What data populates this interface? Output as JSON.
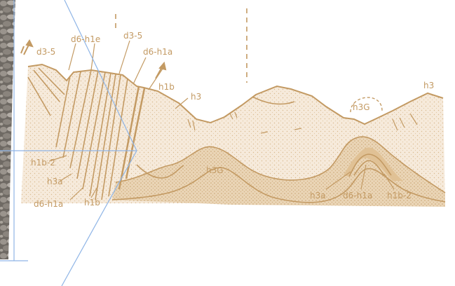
{
  "diagram": {
    "labels": {
      "d3_5_left": "d3-5",
      "d6_h1e_top": "d6-h1e",
      "d3_5_mid": "d3-5",
      "d6_h1a_right": "d6-h1a",
      "h1b_top": "h1b",
      "h3_mid": "h3",
      "h3_right": "h3",
      "h3g_right": "h3G",
      "h3g_center": "h3G",
      "h1b_2_left": "h1b-2",
      "h3a_left": "h3a",
      "d6_h1a_left": "d6-h1a",
      "h1b_bottom": "h1b",
      "h3a_right": "h3a",
      "d6_h1a_bottom": "d6-h1a",
      "h1b_2_right": "h1b-2"
    },
    "colors": {
      "ink": "#c39a63",
      "fill_light": "#f6eadb",
      "fill_dark": "#e7cfab",
      "overlay_lines": "#8fb5e6",
      "pebble_base": "#7f7a74"
    }
  }
}
